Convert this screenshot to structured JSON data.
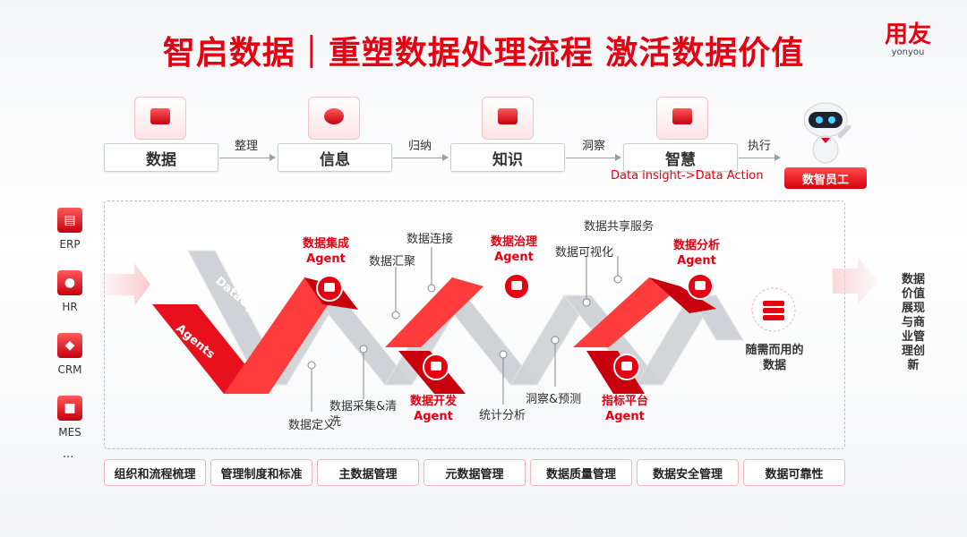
{
  "title": "智启数据｜重塑数据处理流程 激活数据价值",
  "logo": {
    "cn": "用友",
    "en": "yonyou"
  },
  "flow": {
    "boxes": [
      "数据",
      "信息",
      "知识",
      "智慧"
    ],
    "steps": [
      "整理",
      "归纳",
      "洞察",
      "执行"
    ],
    "insight": "Data insight->Data Action",
    "robot_label": "数智员工"
  },
  "sources": [
    "ERP",
    "HR",
    "CRM",
    "MES",
    "..."
  ],
  "ribbons": {
    "dataops": "DataOps",
    "agents": "Agents"
  },
  "agents": [
    {
      "name": "数据集成",
      "suffix": "Agent"
    },
    {
      "name": "数据开发",
      "suffix": "Agent"
    },
    {
      "name": "数据治理",
      "suffix": "Agent"
    },
    {
      "name": "指标平台",
      "suffix": "Agent"
    },
    {
      "name": "数据分析",
      "suffix": "Agent"
    }
  ],
  "labels": {
    "connect": "数据连接",
    "converge": "数据汇聚",
    "define": "数据定义",
    "collect": "数据采集&清洗",
    "visual": "数据可视化",
    "share": "数据共享服务",
    "stats": "统计分析",
    "insight_predict": "洞察&预测"
  },
  "on_demand": "随需而用的数据",
  "right_text": "数据价值展现与商业管理创新",
  "capabilities": [
    "组织和流程梳理",
    "管理制度和标准",
    "主数据管理",
    "元数据管理",
    "数据质量管理",
    "数据安全管理",
    "数据可靠性"
  ],
  "colors": {
    "brand": "#e60012",
    "ribbon_gray": "#cfd2d6"
  }
}
